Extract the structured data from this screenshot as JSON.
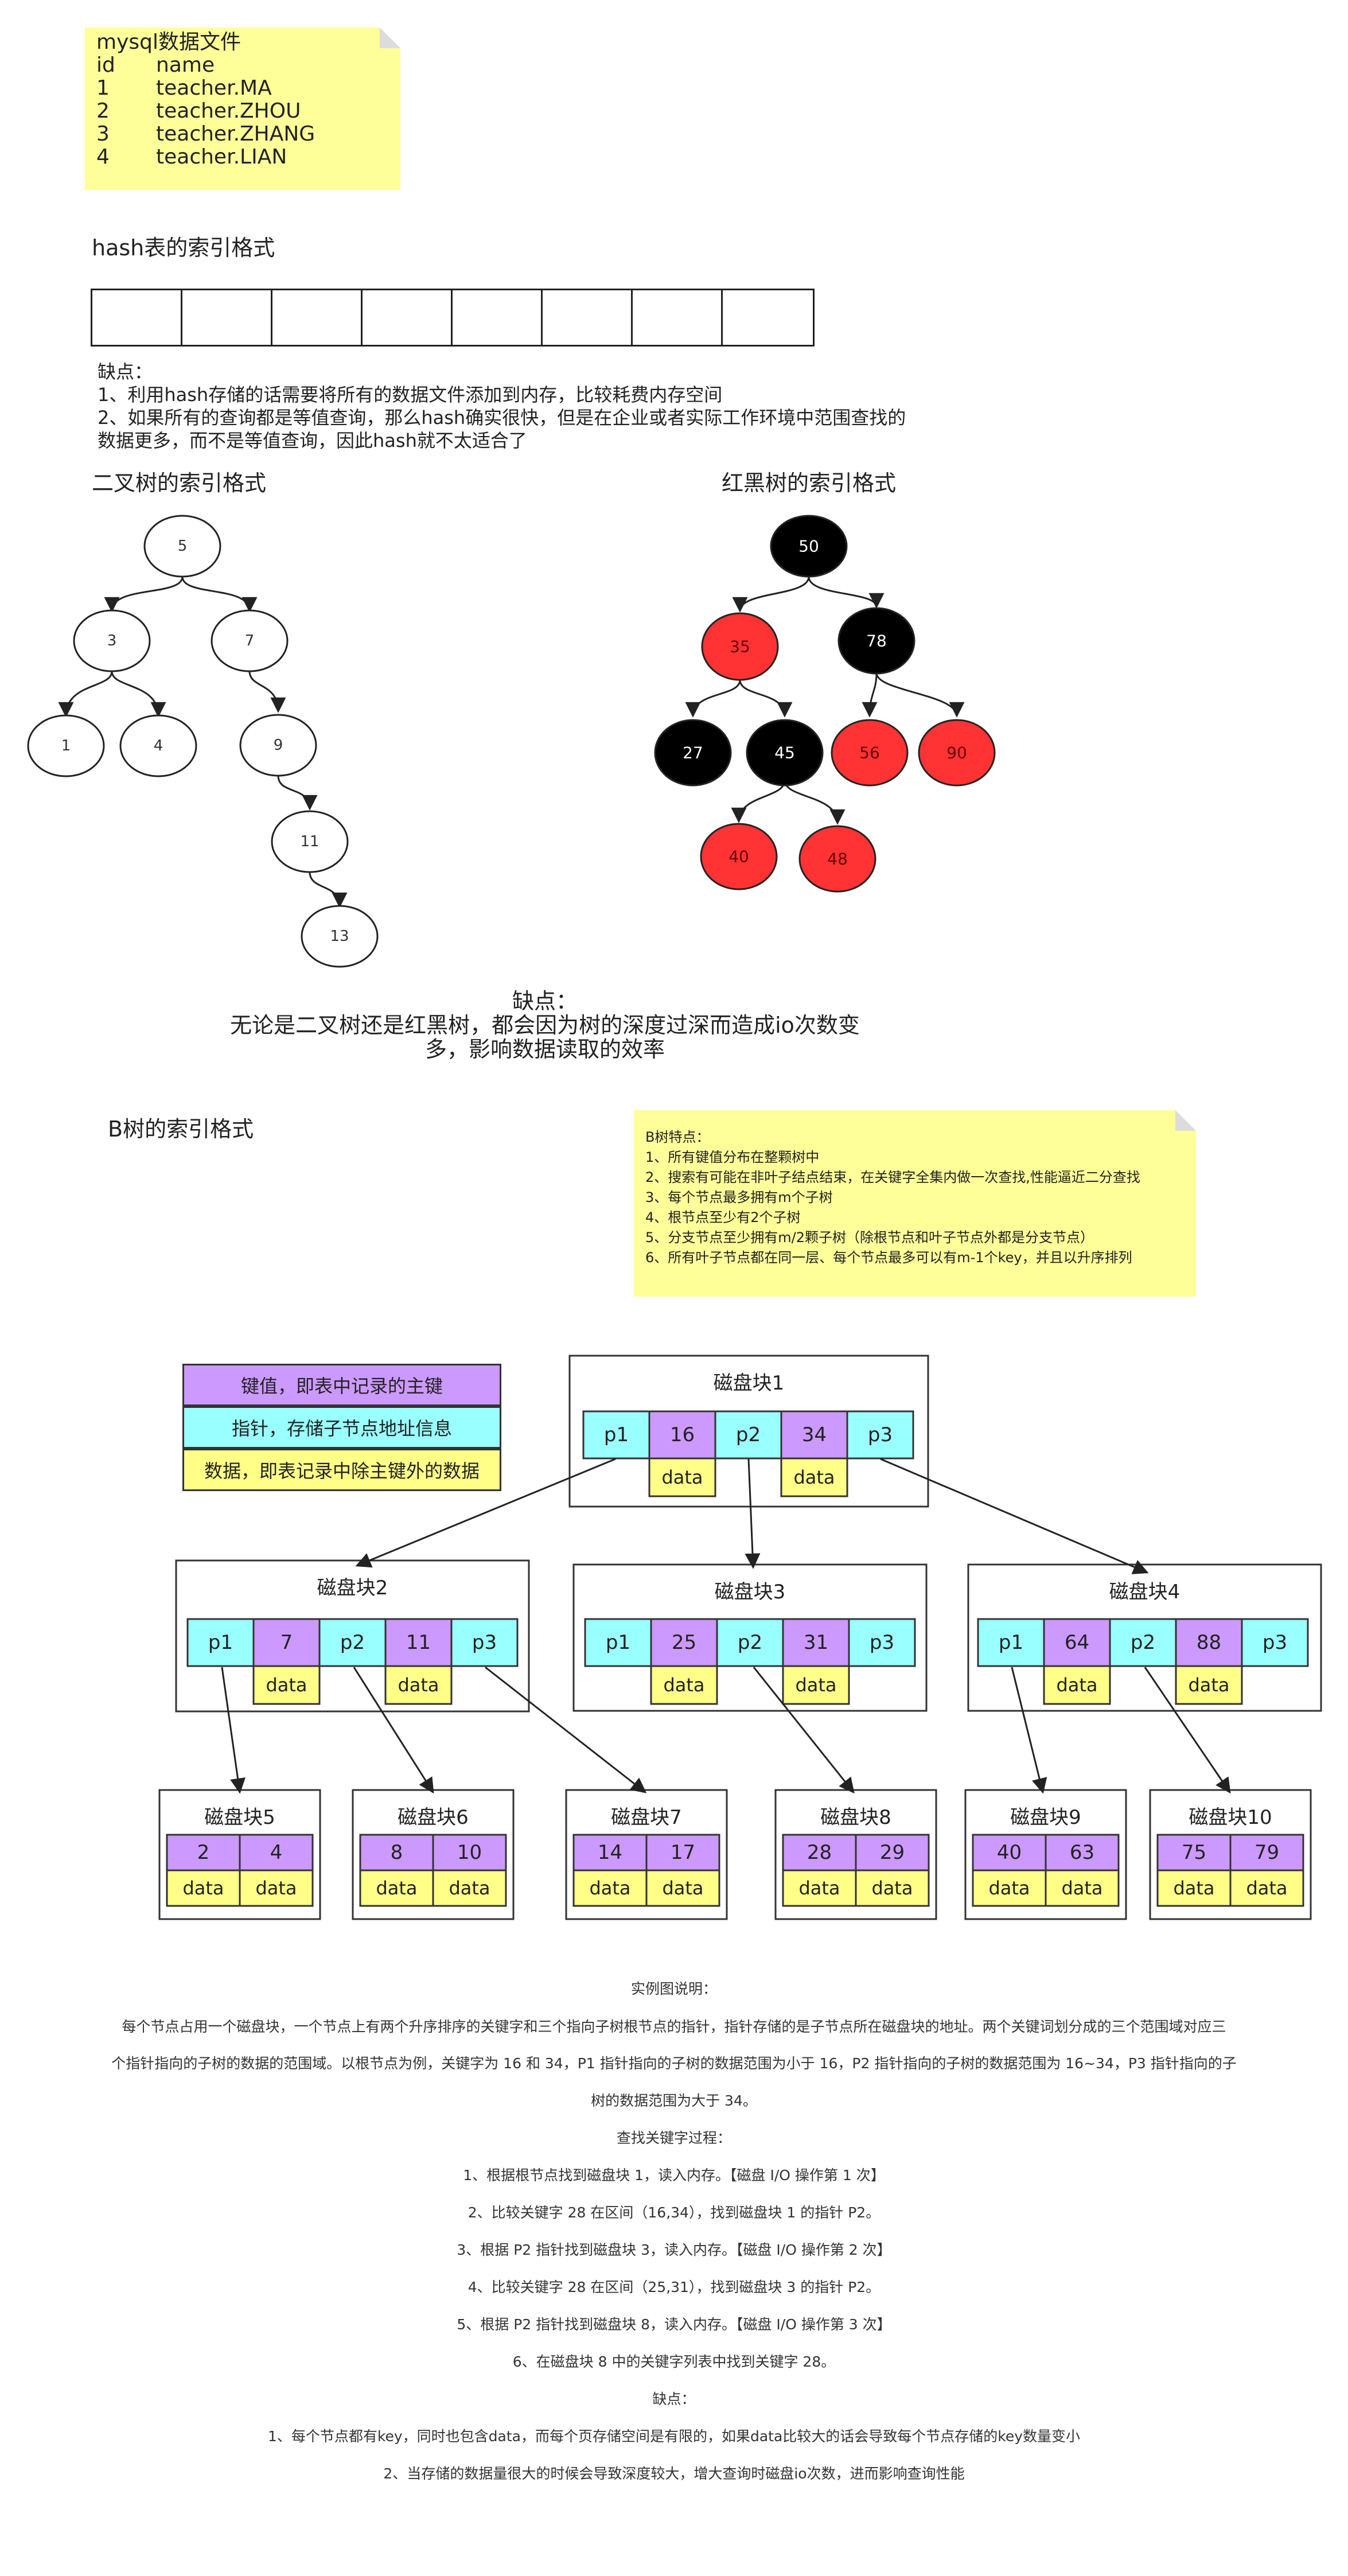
{
  "mysql_note": {
    "title": "mysql数据文件",
    "header": [
      "id",
      "name"
    ],
    "rows": [
      [
        "1",
        "teacher.MA"
      ],
      [
        "2",
        "teacher.ZHOU"
      ],
      [
        "3",
        "teacher.ZHANG"
      ],
      [
        "4",
        "teacher.LIAN"
      ]
    ]
  },
  "hash": {
    "title": "hash表的索引格式",
    "cells": 8,
    "cons_title": "缺点：",
    "cons": [
      "1、利用hash存储的话需要将所有的数据文件添加到内存，比较耗费内存空间",
      "2、如果所有的查询都是等值查询，那么hash确实很快，但是在企业或者实际工作环境中范围查找的",
      "数据更多，而不是等值查询，因此hash就不太适合了"
    ]
  },
  "binary_tree": {
    "title": "二叉树的索引格式",
    "nodes": [
      "5",
      "3",
      "7",
      "1",
      "4",
      "9",
      "11",
      "13"
    ]
  },
  "rb_tree": {
    "title": "红黑树的索引格式",
    "nodes": [
      "50",
      "35",
      "78",
      "27",
      "45",
      "56",
      "90",
      "40",
      "48"
    ],
    "colors": {
      "red": "#ff3333",
      "black": "#000000"
    }
  },
  "tree_cons": {
    "title": "缺点：",
    "lines": [
      "无论是二叉树还是红黑树，都会因为树的深度过深而造成io次数变",
      "多，影响数据读取的效率"
    ]
  },
  "btree": {
    "title": "B树的索引格式",
    "features_title": "B树特点：",
    "features": [
      "1、所有键值分布在整颗树中",
      "2、搜索有可能在非叶子结点结束，在关键字全集内做一次查找,性能逼近二分查找",
      "3、每个节点最多拥有m个子树",
      "4、根节点至少有2个子树",
      "5、分支节点至少拥有m/2颗子树（除根节点和叶子节点外都是分支节点）",
      "6、所有叶子节点都在同一层、每个节点最多可以有m-1个key，并且以升序排列"
    ],
    "legend": [
      {
        "text": "键值，即表中记录的主键",
        "color": "#cc99ff"
      },
      {
        "text": "指针，存储子节点地址信息",
        "color": "#99ffff"
      },
      {
        "text": "数据，即表记录中除主键外的数据",
        "color": "#ffff88"
      }
    ],
    "colors": {
      "key": "#cc99ff",
      "ptr": "#99ffff",
      "data": "#ffff88"
    },
    "p1": "p1",
    "p2": "p2",
    "p3": "p3",
    "data": "data",
    "root": {
      "name": "磁盘块1",
      "keys": [
        "16",
        "34"
      ]
    },
    "level2": [
      {
        "name": "磁盘块2",
        "keys": [
          "7",
          "11"
        ]
      },
      {
        "name": "磁盘块3",
        "keys": [
          "25",
          "31"
        ]
      },
      {
        "name": "磁盘块4",
        "keys": [
          "64",
          "88"
        ]
      }
    ],
    "leaves": [
      {
        "name": "磁盘块5",
        "keys": [
          "2",
          "4"
        ]
      },
      {
        "name": "磁盘块6",
        "keys": [
          "8",
          "10"
        ]
      },
      {
        "name": "磁盘块7",
        "keys": [
          "14",
          "17"
        ]
      },
      {
        "name": "磁盘块8",
        "keys": [
          "28",
          "29"
        ]
      },
      {
        "name": "磁盘块9",
        "keys": [
          "40",
          "63"
        ]
      },
      {
        "name": "磁盘块10",
        "keys": [
          "75",
          "79"
        ]
      }
    ]
  },
  "explanation": {
    "lines": [
      "实例图说明：",
      "每个节点占用一个磁盘块，一个节点上有两个升序排序的关键字和三个指向子树根节点的指针，指针存储的是子节点所在磁盘块的地址。两个关键词划分成的三个范围域对应三",
      "个指针指向的子树的数据的范围域。以根节点为例，关键字为 16 和 34，P1 指针指向的子树的数据范围为小于 16，P2 指针指向的子树的数据范围为 16~34，P3 指针指向的子",
      "树的数据范围为大于 34。",
      "查找关键字过程：",
      "1、根据根节点找到磁盘块 1，读入内存。【磁盘 I/O 操作第 1 次】",
      "2、比较关键字 28 在区间（16,34），找到磁盘块 1 的指针 P2。",
      "3、根据 P2 指针找到磁盘块 3，读入内存。【磁盘 I/O 操作第 2 次】",
      "4、比较关键字 28 在区间（25,31），找到磁盘块 3 的指针 P2。",
      "5、根据 P2 指针找到磁盘块 8，读入内存。【磁盘 I/O 操作第 3 次】",
      "6、在磁盘块 8 中的关键字列表中找到关键字 28。",
      "缺点：",
      "1、每个节点都有key，同时也包含data，而每个页存储空间是有限的，如果data比较大的话会导致每个节点存储的key数量变小",
      "2、当存储的数据量很大的时候会导致深度较大，增大查询时磁盘io次数，进而影响查询性能"
    ]
  }
}
